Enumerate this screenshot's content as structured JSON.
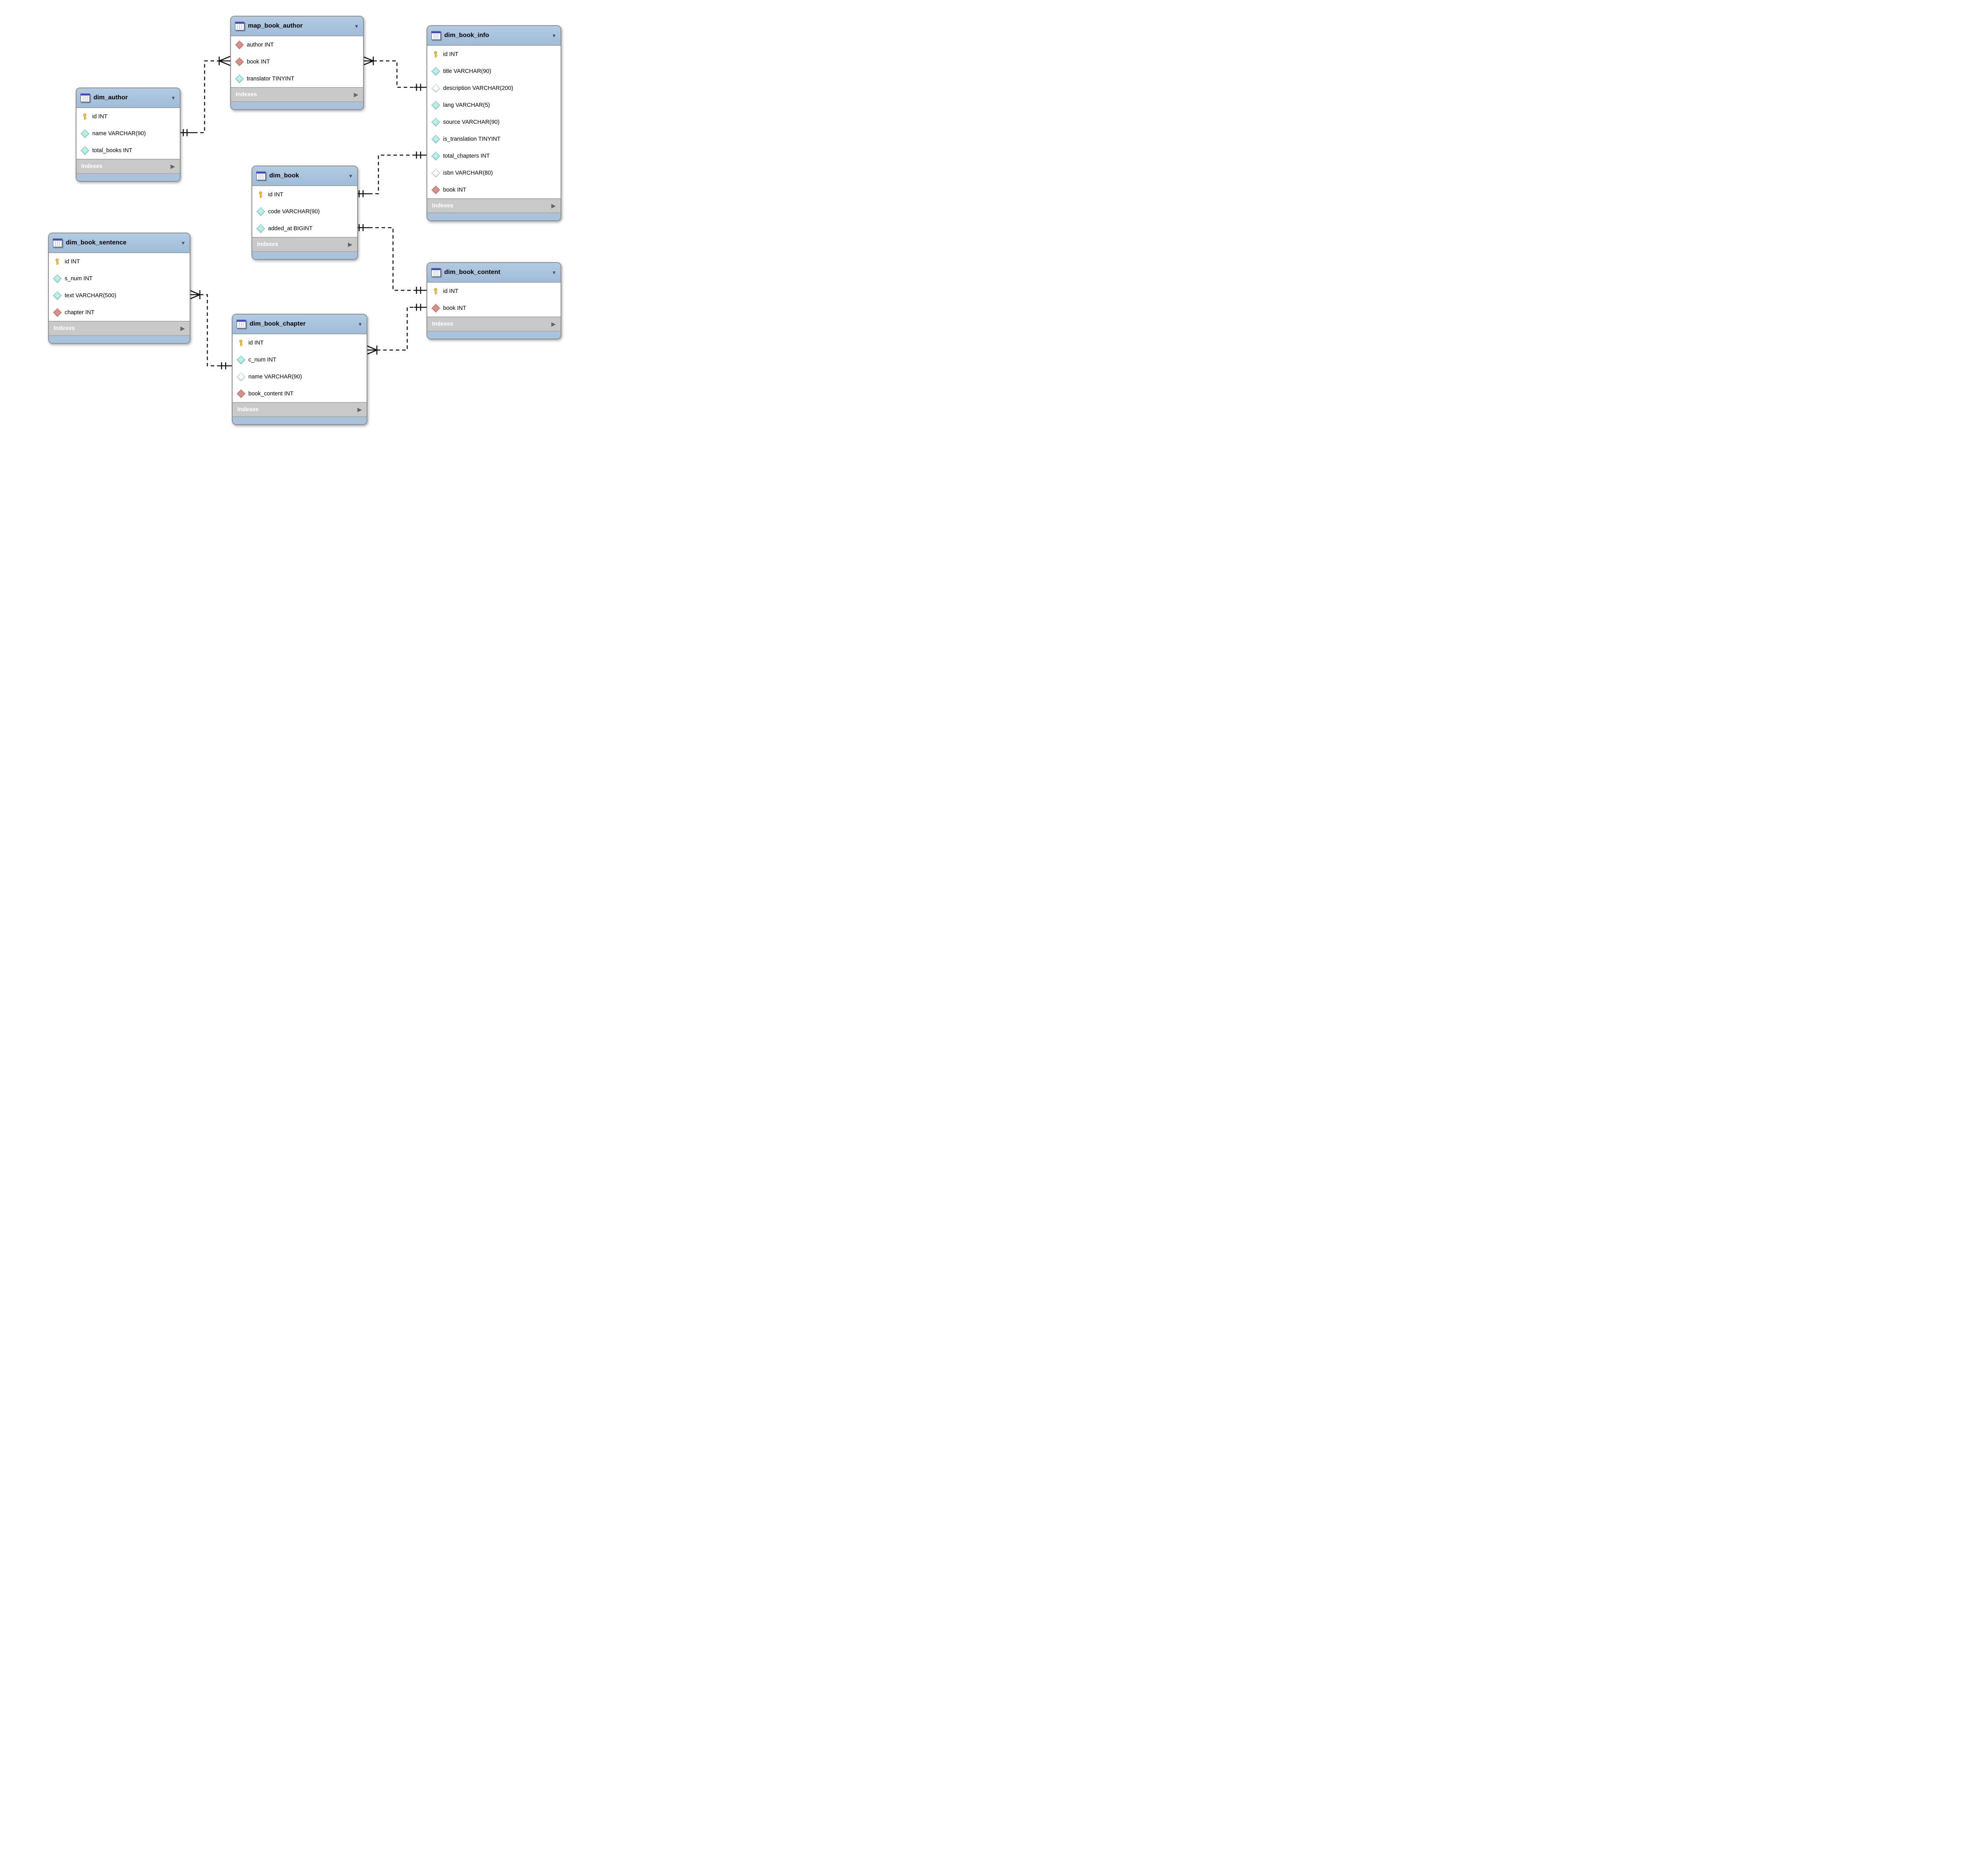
{
  "diagram": {
    "type": "EER database diagram",
    "tool_style": "MySQL Workbench",
    "background_color": "#ffffff",
    "line_color": "#111111",
    "header_color": "#a9c3dd",
    "indexes_bar_color": "#c9c9c9",
    "attribute_diamond_color": "#b5f2ea",
    "foreign_key_diamond_color": "#dc9186",
    "primary_key_color": "#f2c12e"
  },
  "icons": {
    "table_icon": "window-grid",
    "primary_key_icon": "gold-key",
    "attribute_icon": "filled-cyan-diamond",
    "attribute_nullable_icon": "hollow-diamond",
    "foreign_key_icon": "red-diamond",
    "collapse_glyph": "▼",
    "expand_glyph": "▶"
  },
  "tables": [
    {
      "title": "map_book_author",
      "indexes_label": "Indexes",
      "columns": [
        {
          "label": "author INT",
          "icon": "foreign-key"
        },
        {
          "label": "book INT",
          "icon": "foreign-key"
        },
        {
          "label": "translator TINYINT",
          "icon": "attribute"
        }
      ]
    },
    {
      "title": "dim_book_info",
      "indexes_label": "Indexes",
      "columns": [
        {
          "label": "id INT",
          "icon": "primary-key"
        },
        {
          "label": "title VARCHAR(90)",
          "icon": "attribute"
        },
        {
          "label": "description VARCHAR(200)",
          "icon": "attribute-nullable"
        },
        {
          "label": "lang VARCHAR(5)",
          "icon": "attribute"
        },
        {
          "label": "source VARCHAR(90)",
          "icon": "attribute"
        },
        {
          "label": "is_translation TINYINT",
          "icon": "attribute"
        },
        {
          "label": "total_chapters INT",
          "icon": "attribute"
        },
        {
          "label": "isbn VARCHAR(80)",
          "icon": "attribute-nullable"
        },
        {
          "label": "book INT",
          "icon": "foreign-key"
        }
      ]
    },
    {
      "title": "dim_author",
      "indexes_label": "Indexes",
      "columns": [
        {
          "label": "id INT",
          "icon": "primary-key"
        },
        {
          "label": "name VARCHAR(90)",
          "icon": "attribute"
        },
        {
          "label": "total_books INT",
          "icon": "attribute"
        }
      ]
    },
    {
      "title": "dim_book",
      "indexes_label": "Indexes",
      "columns": [
        {
          "label": "id INT",
          "icon": "primary-key"
        },
        {
          "label": "code VARCHAR(90)",
          "icon": "attribute"
        },
        {
          "label": "added_at BIGINT",
          "icon": "attribute"
        }
      ]
    },
    {
      "title": "dim_book_sentence",
      "indexes_label": "Indexes",
      "columns": [
        {
          "label": "id INT",
          "icon": "primary-key"
        },
        {
          "label": "s_num INT",
          "icon": "attribute"
        },
        {
          "label": "text VARCHAR(500)",
          "icon": "attribute"
        },
        {
          "label": "chapter INT",
          "icon": "foreign-key"
        }
      ]
    },
    {
      "title": "dim_book_chapter",
      "indexes_label": "Indexes",
      "columns": [
        {
          "label": "id INT",
          "icon": "primary-key"
        },
        {
          "label": "c_num INT",
          "icon": "attribute"
        },
        {
          "label": "name VARCHAR(90)",
          "icon": "attribute-nullable"
        },
        {
          "label": "book_content INT",
          "icon": "foreign-key"
        }
      ]
    },
    {
      "title": "dim_book_content",
      "indexes_label": "Indexes",
      "columns": [
        {
          "label": "id INT",
          "icon": "primary-key"
        },
        {
          "label": "book INT",
          "icon": "foreign-key"
        }
      ]
    }
  ],
  "relationships": [
    {
      "from": "dim_author.name",
      "to": "map_book_author.book",
      "from_cardinality": "exactly-one",
      "to_cardinality": "one-or-many",
      "line": "dashed"
    },
    {
      "from": "dim_book_info.description",
      "to": "map_book_author.book",
      "from_cardinality": "exactly-one",
      "to_cardinality": "one-or-many",
      "line": "dashed"
    },
    {
      "from": "dim_book.id",
      "to": "dim_book_info.total_chapters",
      "from_cardinality": "exactly-one",
      "to_cardinality": "exactly-one",
      "line": "dashed"
    },
    {
      "from": "dim_book.added_at",
      "to": "dim_book_content.id",
      "from_cardinality": "exactly-one",
      "to_cardinality": "exactly-one",
      "line": "dashed"
    },
    {
      "from": "dim_book_chapter.name",
      "to": "dim_book_sentence.text",
      "from_cardinality": "exactly-one",
      "to_cardinality": "one-or-many",
      "line": "dashed"
    },
    {
      "from": "dim_book_content.book",
      "to": "dim_book_chapter.c_num",
      "from_cardinality": "exactly-one",
      "to_cardinality": "one-or-many",
      "line": "dashed"
    }
  ]
}
